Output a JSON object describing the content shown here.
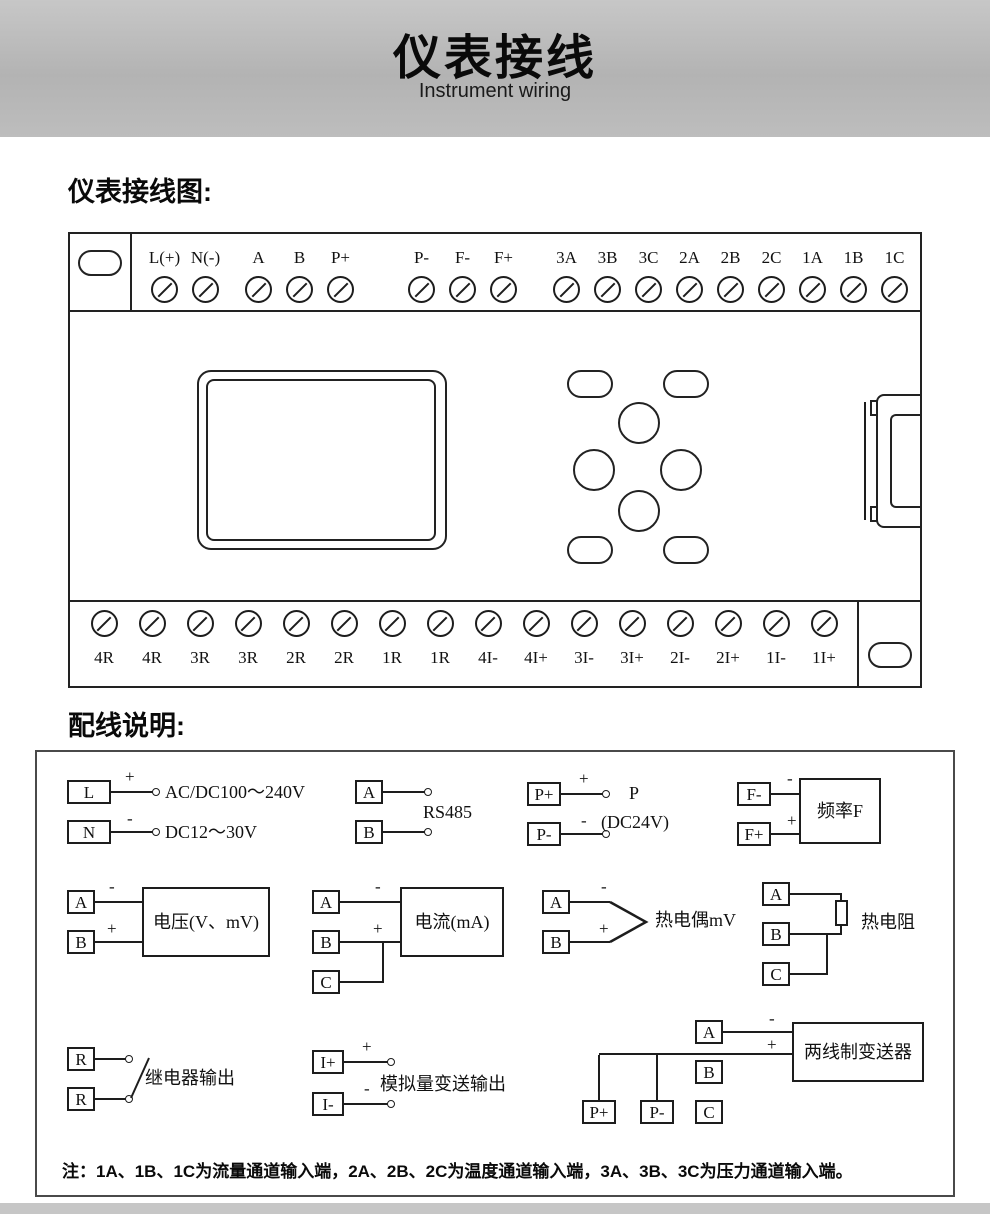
{
  "header": {
    "title": "仪表接线",
    "subtitle": "Instrument wiring"
  },
  "headings": {
    "diagram": "仪表接线图:",
    "wiring": "配线说明:"
  },
  "panel": {
    "top_terminals": [
      "L(+)",
      "N(-)",
      "A",
      "B",
      "P+",
      "P-",
      "F-",
      "F+",
      "3A",
      "3B",
      "3C",
      "2A",
      "2B",
      "2C",
      "1A",
      "1B",
      "1C"
    ],
    "bottom_terminals": [
      "4R",
      "4R",
      "3R",
      "3R",
      "2R",
      "2R",
      "1R",
      "1R",
      "4I-",
      "4I+",
      "3I-",
      "3I+",
      "2I-",
      "2I+",
      "1I-",
      "1I+"
    ]
  },
  "wiring": {
    "power": {
      "t1": "L",
      "t2": "N",
      "s1": "+",
      "s2": "-",
      "line1": "AC/DC100～240V",
      "line2": "DC12～30V"
    },
    "rs485": {
      "t1": "A",
      "t2": "B",
      "label": "RS485"
    },
    "dc24": {
      "t1": "P+",
      "t2": "P-",
      "s1": "+",
      "s2": "-",
      "line1": "P",
      "line2": "(DC24V)"
    },
    "freq": {
      "t1": "F-",
      "t2": "F+",
      "s1": "-",
      "s2": "+",
      "label": "频率F"
    },
    "voltage": {
      "t1": "A",
      "t2": "B",
      "s1": "-",
      "s2": "+",
      "label": "电压(V、mV)"
    },
    "current": {
      "t1": "A",
      "t2": "B",
      "t3": "C",
      "s1": "-",
      "s2": "+",
      "label": "电流(mA)"
    },
    "thermocouple": {
      "t1": "A",
      "t2": "B",
      "s1": "-",
      "s2": "+",
      "label": "热电偶mV"
    },
    "rtd": {
      "t1": "A",
      "t2": "B",
      "t3": "C",
      "label": "热电阻"
    },
    "relay": {
      "t1": "R",
      "t2": "R",
      "label": "继电器输出"
    },
    "analog": {
      "t1": "I+",
      "t2": "I-",
      "s1": "+",
      "s2": "-",
      "label": "模拟量变送输出"
    },
    "transmitter": {
      "t1": "A",
      "t2": "B",
      "t3": "C",
      "tp": "P+",
      "tm": "P-",
      "s1": "-",
      "s2": "+",
      "label": "两线制变送器"
    },
    "note": "注：1A、1B、1C为流量通道输入端，2A、2B、2C为温度通道输入端，3A、3B、3C为压力通道输入端。"
  }
}
